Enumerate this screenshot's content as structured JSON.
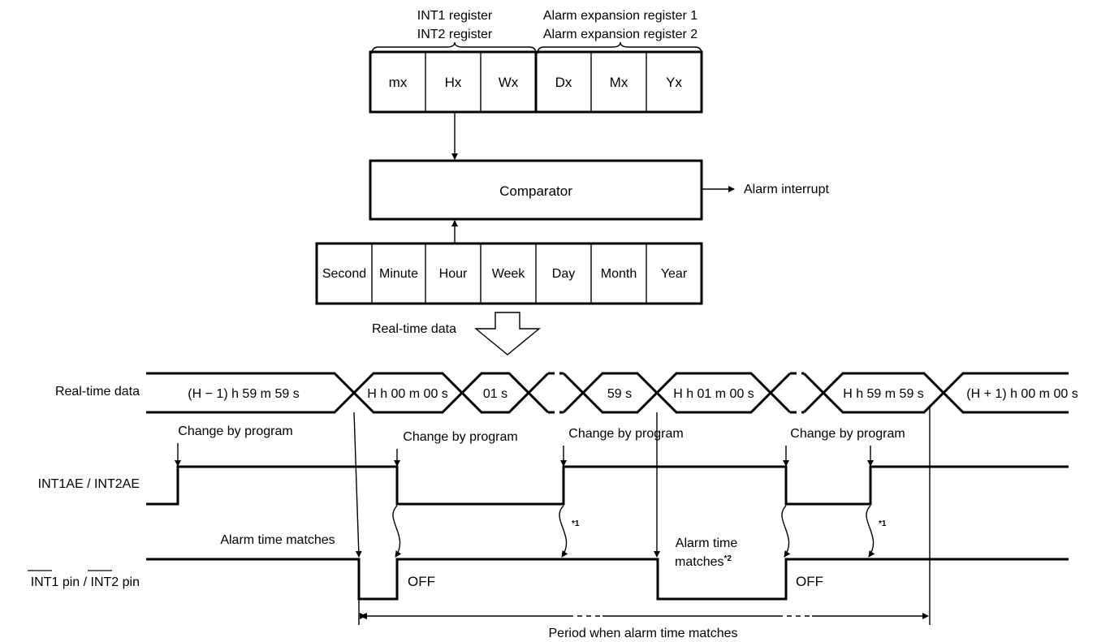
{
  "block": {
    "int_reg_line1": "INT1 register",
    "int_reg_line2": "INT2 register",
    "exp_reg_line1": "Alarm expansion register 1",
    "exp_reg_line2": "Alarm expansion register 2",
    "alarm_cells": [
      "mx",
      "Hx",
      "Wx",
      "Dx",
      "Mx",
      "Yx"
    ],
    "comparator": "Comparator",
    "alarm_interrupt": "Alarm interrupt",
    "rt_cells": [
      "Second",
      "Minute",
      "Hour",
      "Week",
      "Day",
      "Month",
      "Year"
    ],
    "rt_data_caption": "Real-time data"
  },
  "timing": {
    "rt_label": "Real-time data",
    "segments": [
      "(H − 1) h 59 m 59 s",
      "H h 00 m 00 s",
      "01 s",
      "59 s",
      "H h 01 m 00 s",
      "H h 59 m 59 s",
      "(H + 1) h 00 m 00 s"
    ],
    "change_by_program": "Change by program",
    "int_ae_label": "INT1AE / INT2AE",
    "int_pin_label": {
      "part1": "INT1",
      "part2": " pin / ",
      "part3": "INT2",
      "part4": " pin"
    },
    "alarm_match_1": "Alarm time matches",
    "alarm_match_2_line1": "Alarm time",
    "alarm_match_2_line2": "matches",
    "note_2": "*2",
    "note_1": "*1",
    "off": "OFF",
    "period": "Period when alarm time matches"
  }
}
